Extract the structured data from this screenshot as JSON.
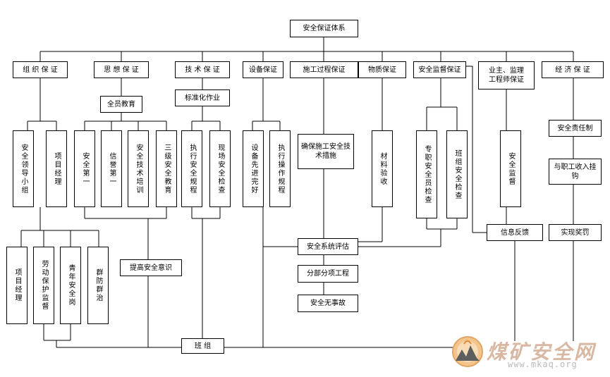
{
  "root": "安全保证体系",
  "categories": {
    "org": "组 织 保 证",
    "thought": "思 想 保 证",
    "tech": "技 术 保 证",
    "equip": "设备保证",
    "process": "施工过程保证",
    "material": "物质保证",
    "supervision": "安全监督保证",
    "owner": "业主、监理工程师保证",
    "economy": "经 济 保 证"
  },
  "nodes": {
    "safety_leader_group": "安全领导小组",
    "project_manager_top": "项目经理",
    "all_staff_education": "全员教育",
    "safety_first": "安全第一",
    "prevention_first": "信誉第一",
    "safety_tech_training": "安全技术培训",
    "three_level_education": "三级安全教育",
    "standard_operation": "标准化作业",
    "execute_safety_rules": "执行安全规程",
    "site_safety_inspection": "现场安全检查",
    "equipment_good": "设备先进完好",
    "execute_operation_rules": "执行操作规程",
    "construction_safety_measures": "确保施工安全技术措施",
    "material_acceptance": "材料验收",
    "fulltime_safety_officer_inspection": "专职安全员检查",
    "team_safety_inspection": "班组安全检查",
    "safety_supervision": "安全监督",
    "safety_responsibility": "安全责任制",
    "link_to_income": "与职工收入挂钩",
    "project_manager_bottom": "项目经理",
    "labor_protection_supervisor": "劳动保护监督",
    "youth_safety_post": "青年安全岗",
    "group_prevention": "群防群治",
    "raise_safety_awareness": "提高安全意识",
    "safety_system_evaluation": "安全系统评估",
    "sub_project": "分部分项工程",
    "safety_no_accident": "安全无事故",
    "info_feedback": "信息反馈",
    "reward_punish": "实现奖罚",
    "team_group": "班 组"
  },
  "watermark": {
    "name": "煤矿安全网",
    "url": "www.mkaq.org"
  }
}
